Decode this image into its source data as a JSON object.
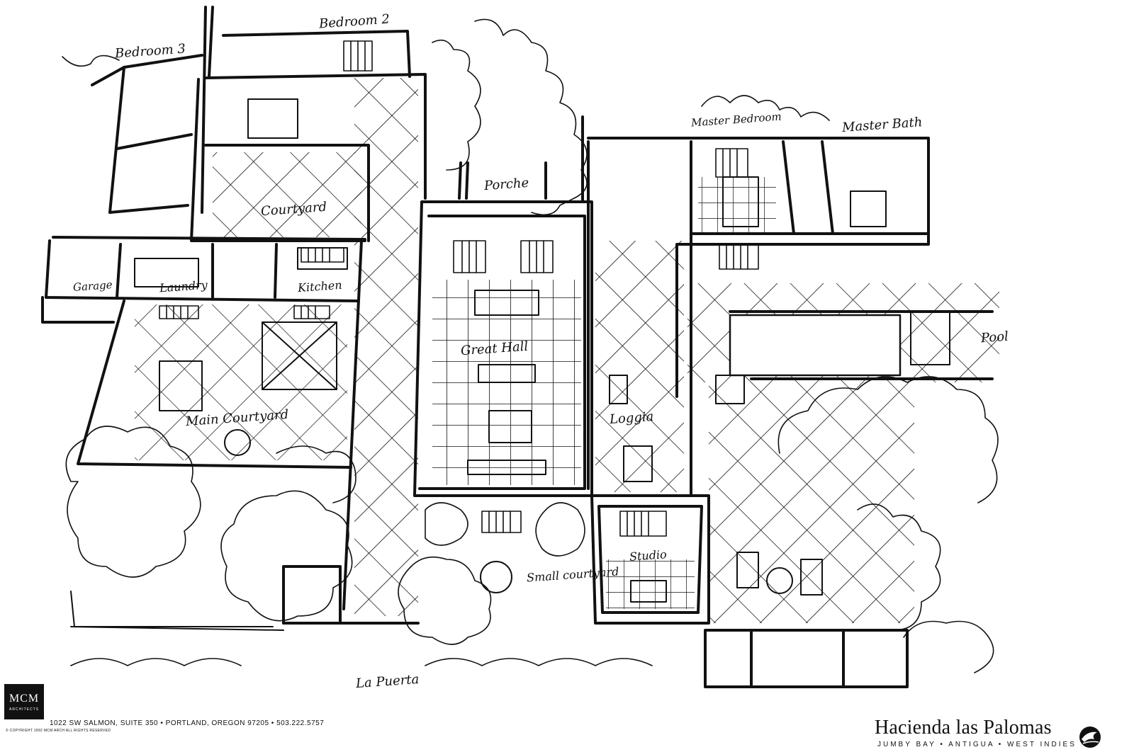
{
  "labels": {
    "bedroom3": "Bedroom 3",
    "bedroom2": "Bedroom 2",
    "porche": "Porche",
    "master_bedroom": "Master Bedroom",
    "master_bath": "Master Bath",
    "courtyard": "Courtyard",
    "garage": "Garage",
    "laundry": "Laundry",
    "kitchen": "Kitchen",
    "great_hall": "Great Hall",
    "loggia": "Loggia",
    "pool": "Pool",
    "main_courtyard": "Main Courtyard",
    "small_courtyard": "Small courtyard",
    "studio": "Studio",
    "la_puerta": "La Puerta"
  },
  "footer": {
    "logo_main": "MCM",
    "logo_sub": "ARCHITECTS",
    "address": "1022 SW SALMON, SUITE 350  •  PORTLAND, OREGON 97205  •  503.222.5757",
    "copyright": "© COPYRIGHT 1992 MCM ARCH ALL RIGHTS RESERVED",
    "project_name": "Hacienda las Palomas",
    "project_location": "JUMBY BAY • ANTIGUA • WEST INDIES"
  },
  "colors": {
    "ink": "#111111",
    "paper": "#ffffff"
  }
}
